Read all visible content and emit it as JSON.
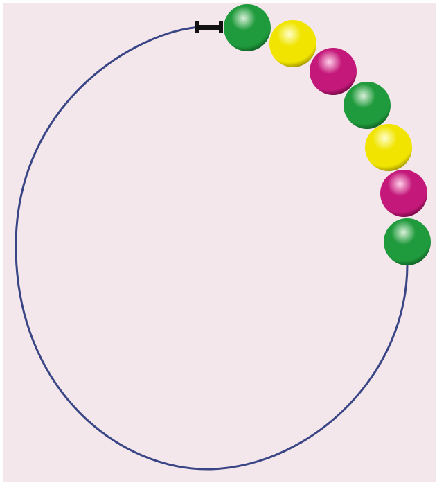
{
  "diagram": {
    "background": "#f3e7eb",
    "string_color": "#3a4585",
    "clasp_color": "#111111",
    "beads": [
      {
        "color": "green",
        "base": "#1f9a3c",
        "light": "#d8f0d8",
        "dark": "#0b4d1c",
        "icon": "green-bead"
      },
      {
        "color": "yellow",
        "base": "#f0e400",
        "light": "#ffffcc",
        "dark": "#8a7f00",
        "icon": "yellow-bead"
      },
      {
        "color": "magenta",
        "base": "#c4197a",
        "light": "#ffd0ea",
        "dark": "#5c0033",
        "icon": "magenta-bead"
      },
      {
        "color": "green",
        "base": "#1f9a3c",
        "light": "#d8f0d8",
        "dark": "#0b4d1c",
        "icon": "green-bead"
      },
      {
        "color": "yellow",
        "base": "#f0e400",
        "light": "#ffffcc",
        "dark": "#8a7f00",
        "icon": "yellow-bead"
      },
      {
        "color": "magenta",
        "base": "#c4197a",
        "light": "#ffd0ea",
        "dark": "#5c0033",
        "icon": "magenta-bead"
      },
      {
        "color": "green",
        "base": "#1f9a3c",
        "light": "#d8f0d8",
        "dark": "#0b4d1c",
        "icon": "green-bead"
      }
    ]
  }
}
